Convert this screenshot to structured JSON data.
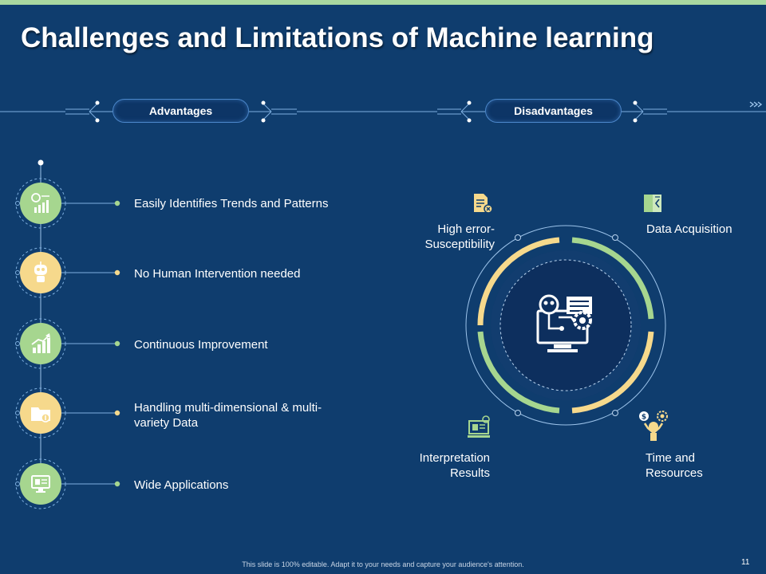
{
  "slide": {
    "title": "Challenges and Limitations of Machine learning",
    "footer": "This slide is 100% editable. Adapt it to your needs and capture your audience's attention.",
    "page_number": "11"
  },
  "colors": {
    "background": "#0f3d6e",
    "accent_green": "#a6d68f",
    "accent_yellow": "#f6d98c",
    "center_circle": "#0d2f5e"
  },
  "headers": {
    "advantages": "Advantages",
    "disadvantages": "Disadvantages"
  },
  "advantages": [
    {
      "label": "Easily Identifies Trends and Patterns",
      "icon": "bar-chart-brain-icon"
    },
    {
      "label": "No Human Intervention  needed",
      "icon": "robot-icon"
    },
    {
      "label": "Continuous Improvement",
      "icon": "growth-chart-icon"
    },
    {
      "label": "Handling multi-dimensional & multi-variety Data",
      "icon": "folder-icon"
    },
    {
      "label": "Wide Applications",
      "icon": "monitor-icon"
    }
  ],
  "disadvantages": [
    {
      "label": "High error-Susceptibility",
      "icon": "error-document-icon"
    },
    {
      "label": "Data Acquisition",
      "icon": "data-file-icon"
    },
    {
      "label": "Interpretation Results",
      "icon": "results-screen-icon"
    },
    {
      "label": "Time and Resources",
      "icon": "time-resources-icon"
    }
  ],
  "center_icon": "ai-computer-gear-icon"
}
